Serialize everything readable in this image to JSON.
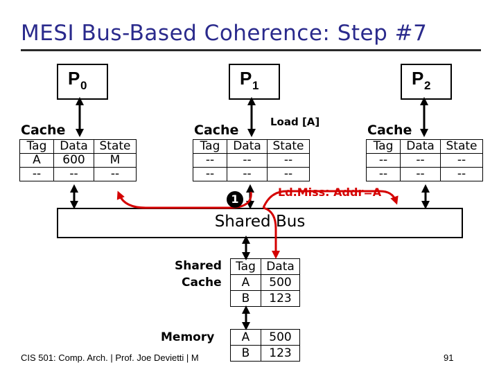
{
  "title": "MESI Bus-Based Coherence: Step #7",
  "processors": [
    {
      "name": "P",
      "sub": "0"
    },
    {
      "name": "P",
      "sub": "1"
    },
    {
      "name": "P",
      "sub": "2"
    }
  ],
  "caches": [
    {
      "title": "Cache",
      "headers": [
        "Tag",
        "Data",
        "State"
      ],
      "rows": [
        [
          "A",
          "600",
          "M"
        ],
        [
          "--",
          "--",
          "--"
        ]
      ]
    },
    {
      "title": "Cache",
      "headers": [
        "Tag",
        "Data",
        "State"
      ],
      "rows": [
        [
          "--",
          "--",
          "--"
        ],
        [
          "--",
          "--",
          "--"
        ]
      ]
    },
    {
      "title": "Cache",
      "headers": [
        "Tag",
        "Data",
        "State"
      ],
      "rows": [
        [
          "--",
          "--",
          "--"
        ],
        [
          "--",
          "--",
          "--"
        ]
      ]
    }
  ],
  "load_label": "Load [A]",
  "miss_label": "Ld.Miss: Addr=A",
  "step_number": "1",
  "bus_label": "Shared Bus",
  "shared_cache": {
    "label_line1": "Shared",
    "label_line2": "Cache",
    "headers": [
      "Tag",
      "Data"
    ],
    "rows": [
      [
        "A",
        "500"
      ],
      [
        "B",
        "123"
      ]
    ]
  },
  "memory": {
    "label": "Memory",
    "rows": [
      [
        "A",
        "500"
      ],
      [
        "B",
        "123"
      ]
    ]
  },
  "footer": "CIS 501: Comp. Arch. | Prof. Joe Devietti | M",
  "page_number": "91",
  "colors": {
    "title": "#2a2a8c",
    "highlight": "#d40000"
  }
}
